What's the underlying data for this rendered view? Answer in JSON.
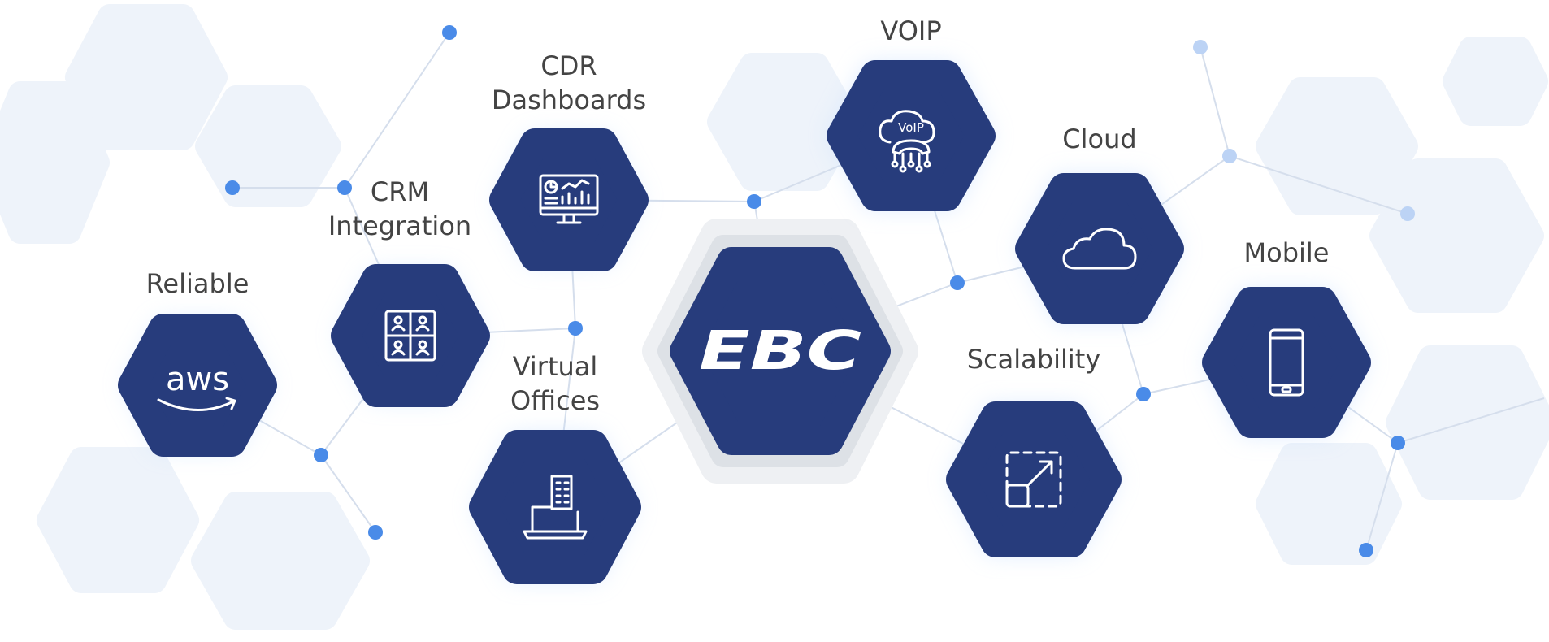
{
  "center": {
    "logo_text": "EBC"
  },
  "nodes": [
    {
      "label_lines": [
        "Reliable"
      ],
      "icon": "aws-logo",
      "icon_text": "aws"
    },
    {
      "label_lines": [
        "CRM",
        "Integration"
      ],
      "icon": "puzzle-people-icon"
    },
    {
      "label_lines": [
        "CDR",
        "Dashboards"
      ],
      "icon": "monitor-chart-icon"
    },
    {
      "label_lines": [
        "Virtual",
        "Offices"
      ],
      "icon": "laptop-building-icon"
    },
    {
      "label_lines": [
        "VOIP"
      ],
      "icon": "voip-cloud-phone-icon",
      "icon_text": "VoIP"
    },
    {
      "label_lines": [
        "Cloud"
      ],
      "icon": "cloud-icon"
    },
    {
      "label_lines": [
        "Mobile"
      ],
      "icon": "smartphone-icon"
    },
    {
      "label_lines": [
        "Scalability"
      ],
      "icon": "resize-arrow-icon"
    }
  ],
  "colors": {
    "hex": "#273c7c",
    "label": "#444444",
    "dot": "#4a8be8"
  }
}
